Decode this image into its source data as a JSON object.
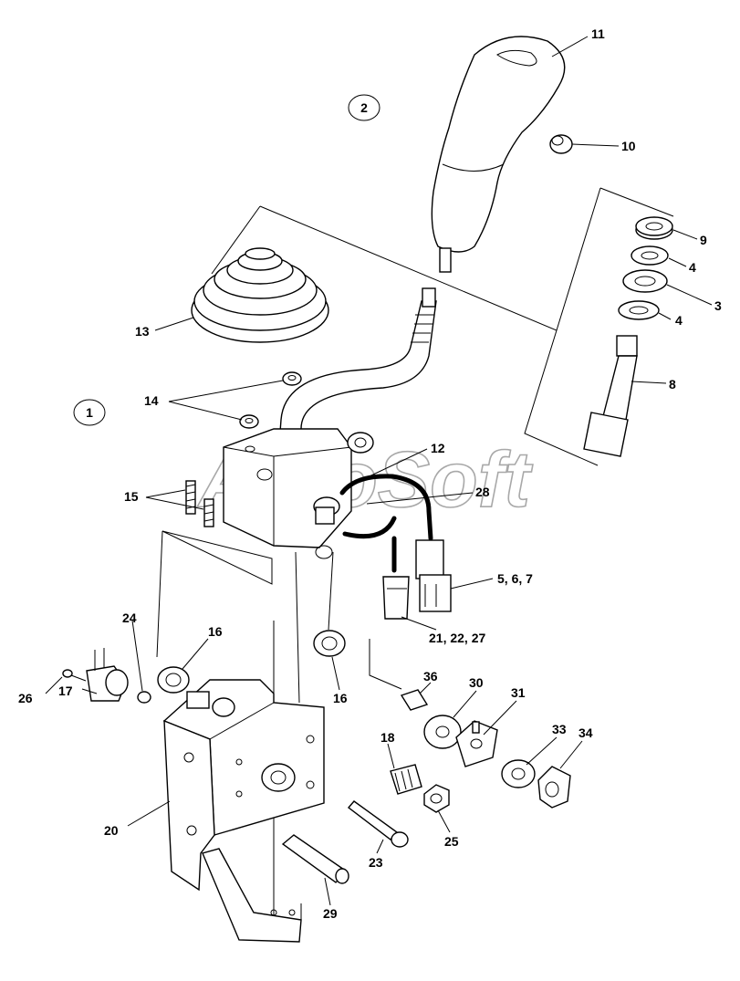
{
  "watermark": "AutoSoft",
  "group_markers": [
    "1",
    "2"
  ],
  "callouts": {
    "c1": "1",
    "c2": "2",
    "c3": "3",
    "c4a": "4",
    "c4b": "4",
    "c5": "5, 6, 7",
    "c8": "8",
    "c9": "9",
    "c10": "10",
    "c11": "11",
    "c12": "12",
    "c13": "13",
    "c14": "14",
    "c15": "15",
    "c16a": "16",
    "c16b": "16",
    "c17": "17",
    "c18": "18",
    "c20": "20",
    "c21": "21, 22, 27",
    "c23": "23",
    "c24": "24",
    "c25": "25",
    "c26": "26",
    "c28": "28",
    "c29": "29",
    "c30": "30",
    "c31": "31",
    "c33": "33",
    "c34": "34",
    "c36": "36"
  }
}
